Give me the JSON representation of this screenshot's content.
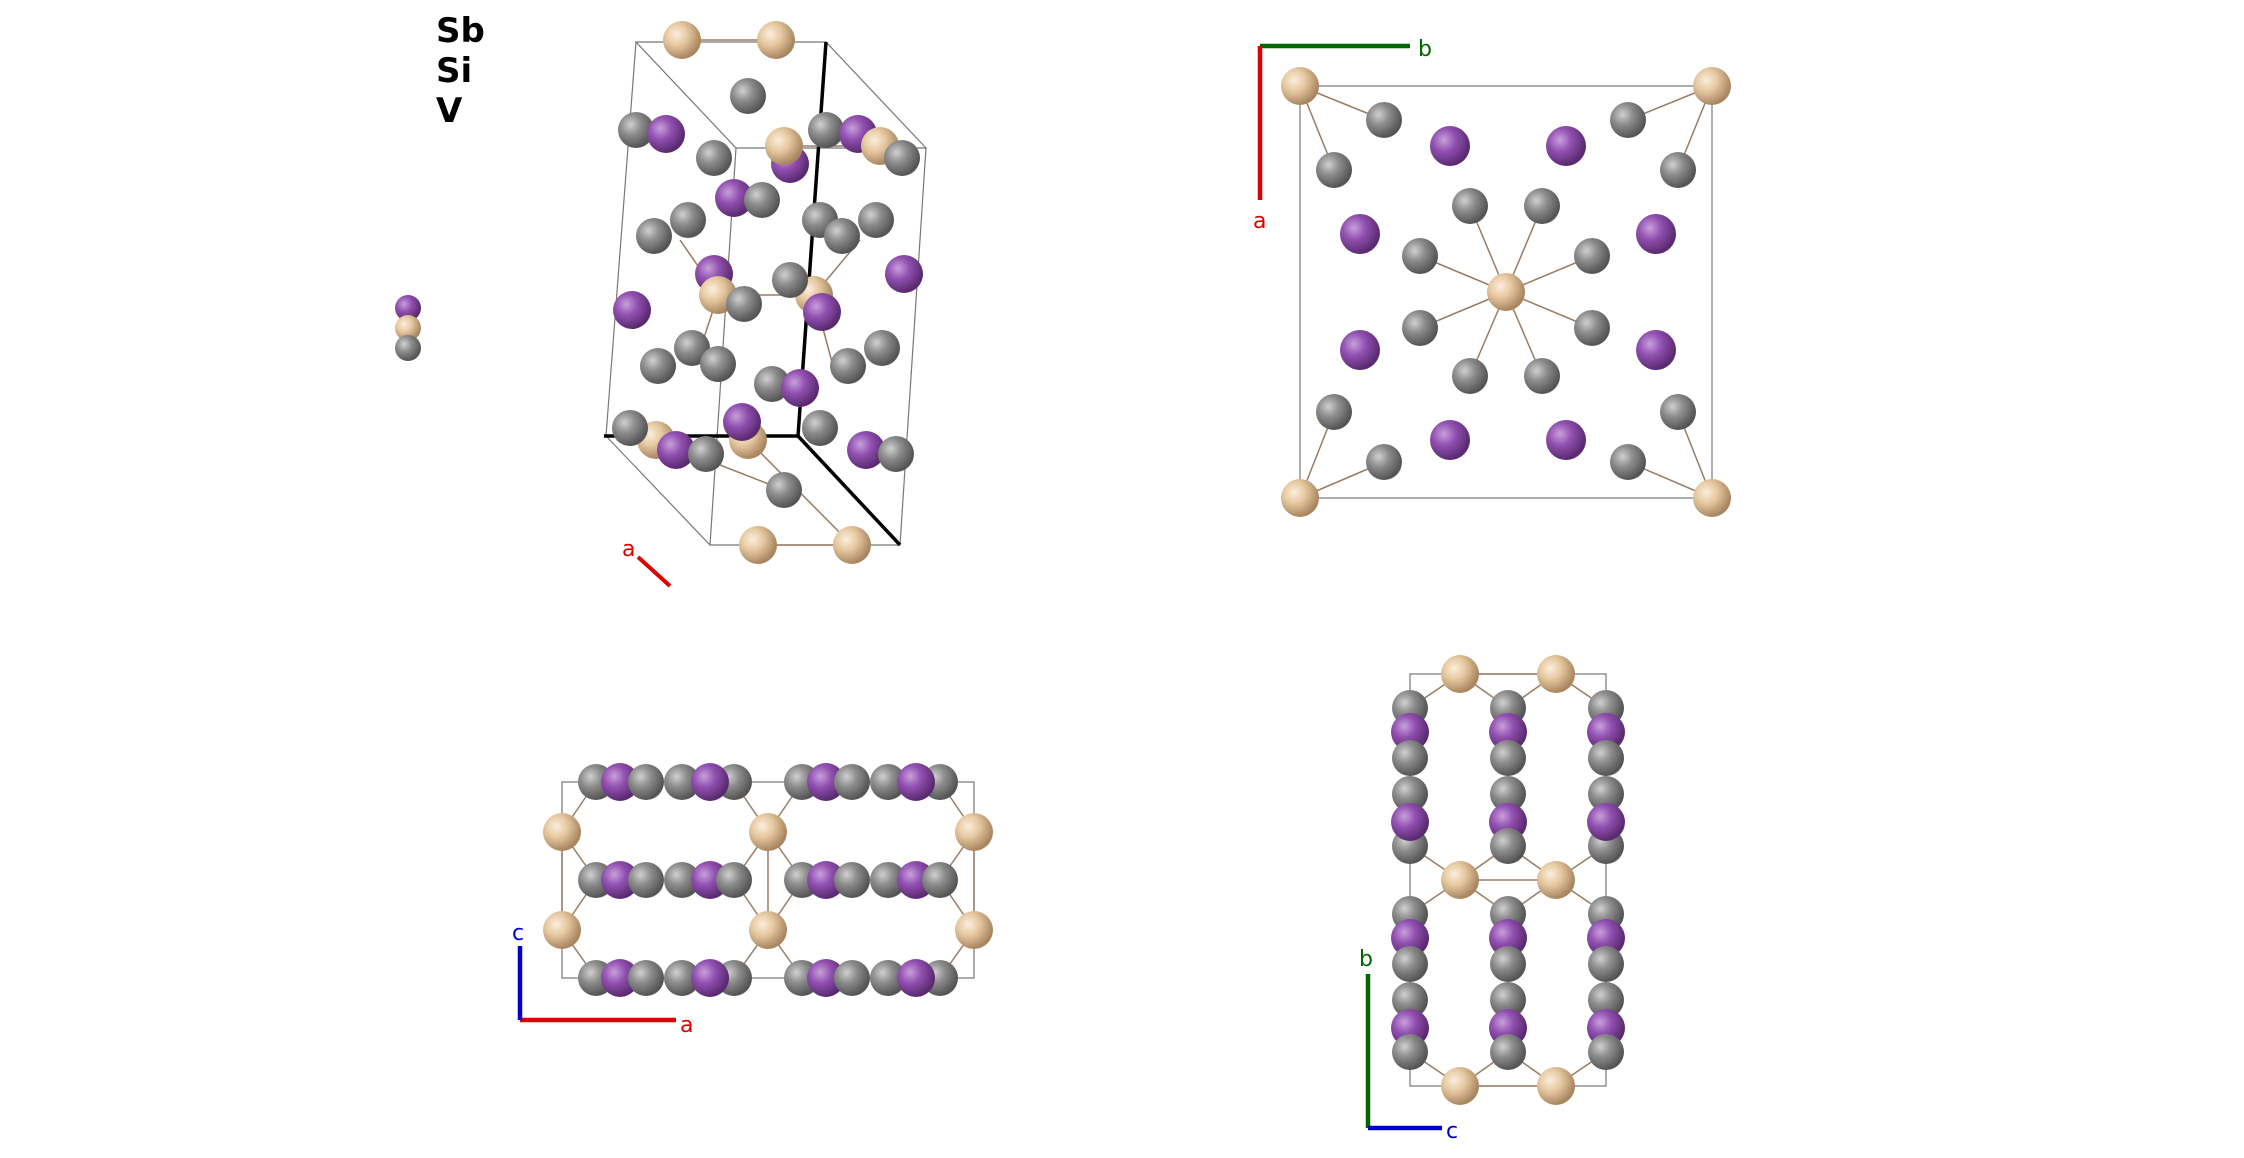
{
  "legend": {
    "items": [
      {
        "label": "Sb",
        "color": "#9150b0"
      },
      {
        "label": "Si",
        "color": "#8c8c8c"
      },
      {
        "label": "V",
        "color": "#e6c8a0"
      }
    ]
  },
  "colors": {
    "Sb": "#9150b0",
    "Si": "#8c8c8c",
    "V": "#e6c8a0",
    "bond": "#9a7b63",
    "cell": "#555555",
    "axis_a": "#dd0000",
    "axis_b": "#006600",
    "axis_c": "#0000cc"
  },
  "panels": {
    "perspective": {
      "axis_label_a": "a"
    },
    "top": {
      "axis_label_a": "a",
      "axis_label_b": "b"
    },
    "front": {
      "axis_label_a": "a",
      "axis_label_c": "c"
    },
    "side": {
      "axis_label_b": "b",
      "axis_label_c": "c"
    }
  }
}
